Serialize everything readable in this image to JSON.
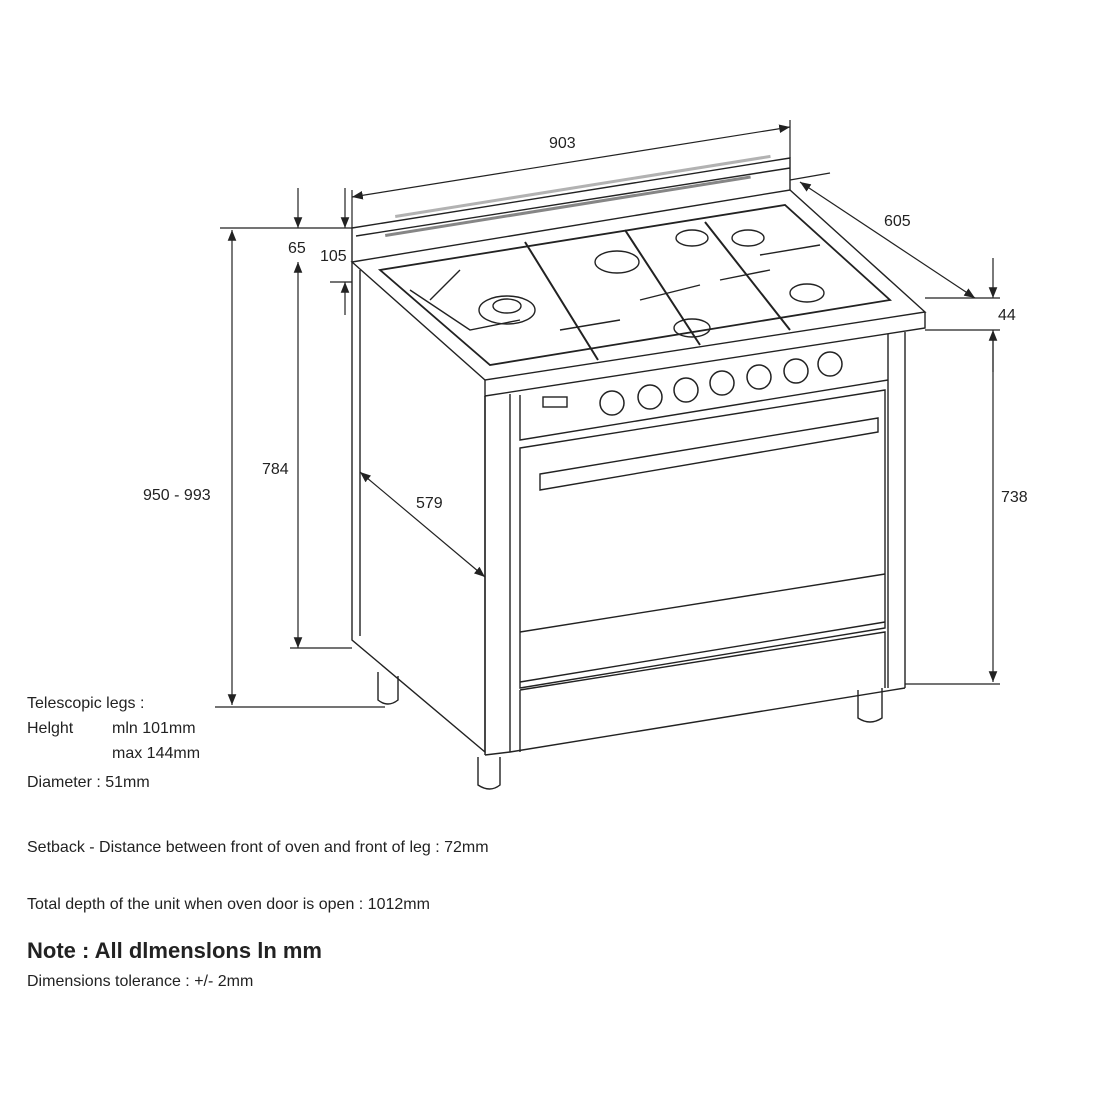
{
  "dimensions": {
    "width": "903",
    "depth": "605",
    "backsplash_top": "65",
    "backsplash_height": "105",
    "total_height": "950 - 993",
    "body_height": "784",
    "side_depth": "579",
    "cooktop_thickness": "44",
    "oven_height": "738"
  },
  "legs": {
    "title": "Telescopic legs :",
    "height_label": "Helght",
    "min": "mln 101mm",
    "max": "max 144mm",
    "diameter": "Diameter : 51mm"
  },
  "setback": "Setback - Distance between front of oven and front of leg : 72mm",
  "total_depth": "Total depth of the unit when oven door is open : 1012mm",
  "note": "Note : All dlmenslons ln mm",
  "tolerance": "Dimensions tolerance : +/- 2mm"
}
